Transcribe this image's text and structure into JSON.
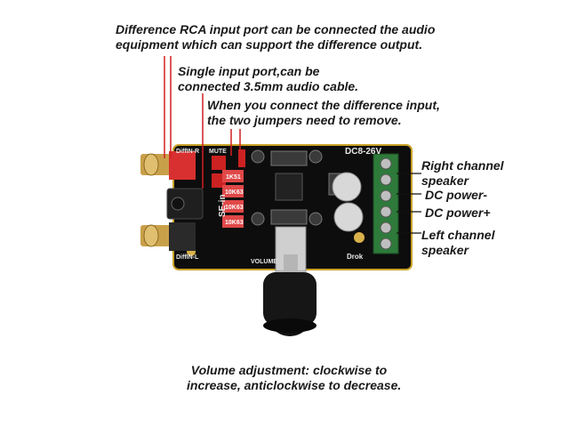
{
  "annotations": {
    "rca_port": {
      "line1": "Difference RCA input port can be connected the audio",
      "line2": "equipment which can support the difference output."
    },
    "single_input": {
      "line1": "Single input port,can be",
      "line2": "connected 3.5mm audio cable."
    },
    "jumpers": {
      "line1": "When you connect the difference input,",
      "line2": "the two jumpers need to remove."
    },
    "right_speaker": {
      "line1": "Right channel",
      "line2": "speaker"
    },
    "dc_minus": "DC power-",
    "dc_plus": "DC power+",
    "left_speaker": {
      "line1": "Left channel",
      "line2": "speaker"
    },
    "volume": {
      "line1": "Volume adjustment: clockwise to",
      "line2": "increase, anticlockwise to decrease."
    }
  },
  "board": {
    "voltage_label": "DC8-26V",
    "diffin_r": "DiffIN-R",
    "diffin_l": "DiffIN-L",
    "mute": "MUTE",
    "se_in": "SE-in",
    "volume": "VOLUME",
    "brand": "Drok",
    "resistors": [
      "1K51",
      "10K63",
      "10K63",
      "10K63"
    ]
  },
  "colors": {
    "pcb": "#0d0d0d",
    "pcb_edge": "#c9a227",
    "callout_line": "#d11f1f",
    "terminal": "#2e7a3a",
    "rca": "#c9a04a"
  }
}
